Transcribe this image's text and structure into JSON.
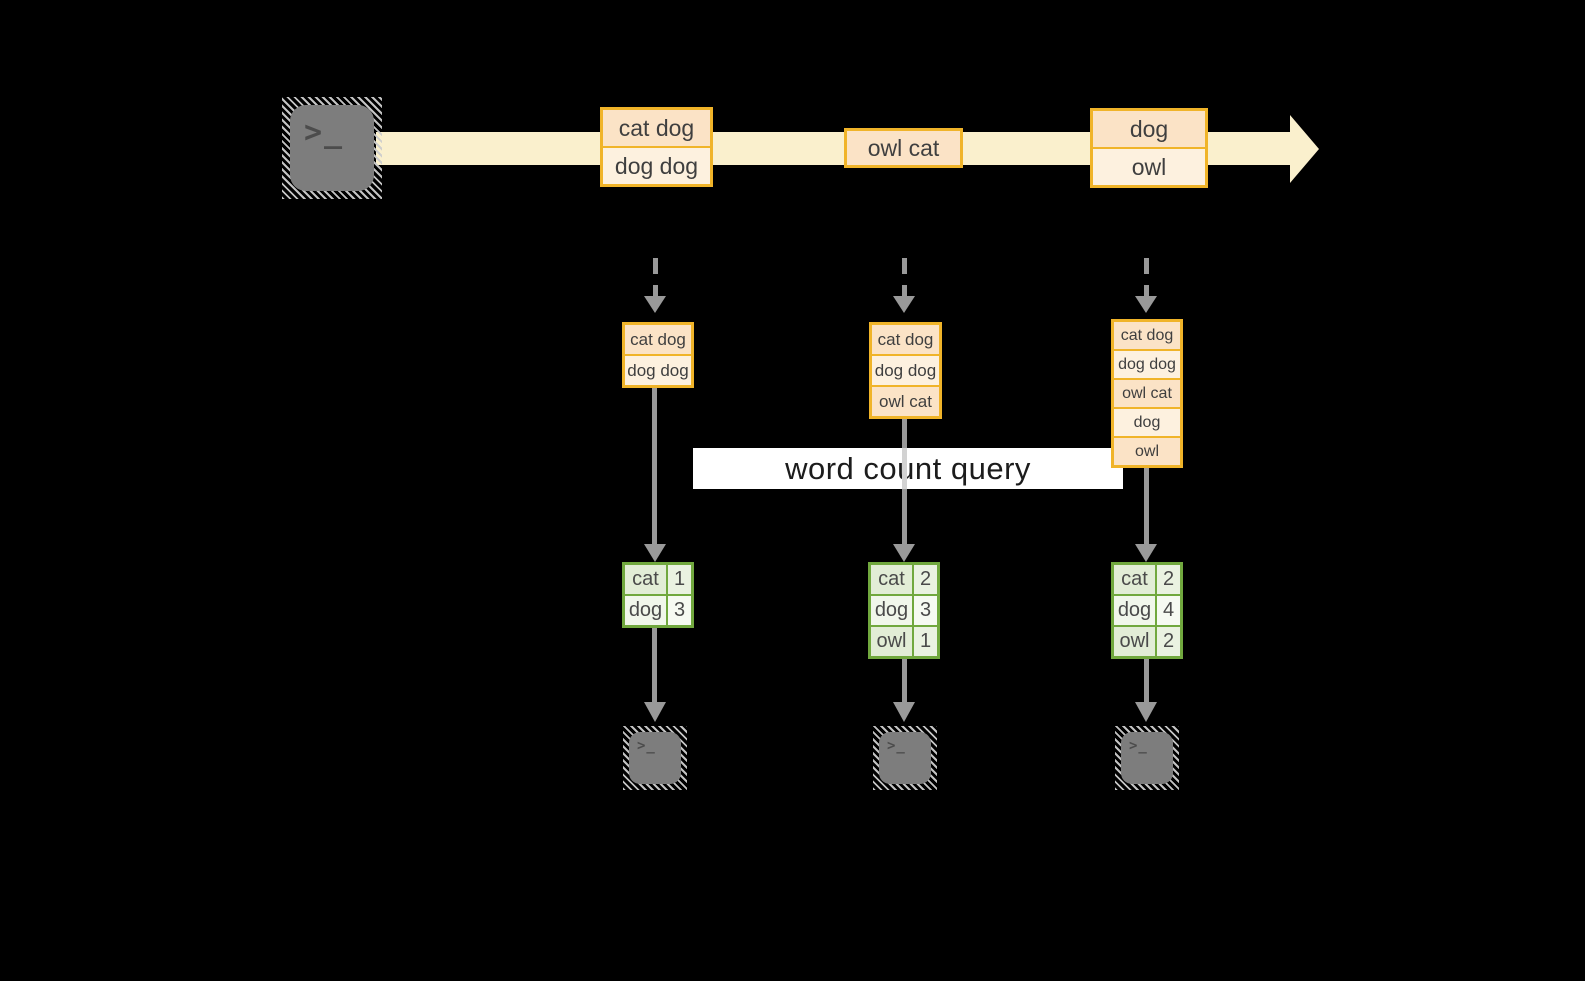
{
  "query_label": "word count query",
  "terminal_prompt": ">_",
  "colors": {
    "orange": "#F0B429",
    "peach_dark": "#FBE3C6",
    "peach_light": "#FDF1DF",
    "cream": "#FAF0CD",
    "green": "#71A83E",
    "green_cell_dark": "#E2EDD6",
    "green_cell_light": "#F1F7EB",
    "green_num_dark": "#EAF2E1",
    "green_num_light": "#F6FAF2",
    "arrow": "#999999",
    "termgray": "#7D7D7D",
    "glyph": "#4C4C4C",
    "band": "#FFFFFF",
    "label": "#1C1C1C",
    "text": "#3F3F3F"
  },
  "stream": {
    "source_icon": "terminal-icon",
    "arrow_icon": "right-arrow-icon",
    "events": [
      {
        "rows": [
          "cat dog",
          "dog dog"
        ]
      },
      {
        "rows": [
          "owl cat"
        ]
      },
      {
        "rows": [
          "dog",
          "owl"
        ]
      }
    ]
  },
  "pipeline": {
    "flow_icon": "down-arrow-icon",
    "sink_icon": "terminal-icon",
    "columns": [
      {
        "buffer": [
          "cat dog",
          "dog dog"
        ],
        "counts": [
          {
            "word": "cat",
            "count": "1"
          },
          {
            "word": "dog",
            "count": "3"
          }
        ]
      },
      {
        "buffer": [
          "cat dog",
          "dog dog",
          "owl cat"
        ],
        "counts": [
          {
            "word": "cat",
            "count": "2"
          },
          {
            "word": "dog",
            "count": "3"
          },
          {
            "word": "owl",
            "count": "1"
          }
        ]
      },
      {
        "buffer": [
          "cat dog",
          "dog dog",
          "owl cat",
          "dog",
          "owl"
        ],
        "counts": [
          {
            "word": "cat",
            "count": "2"
          },
          {
            "word": "dog",
            "count": "4"
          },
          {
            "word": "owl",
            "count": "2"
          }
        ]
      }
    ]
  }
}
